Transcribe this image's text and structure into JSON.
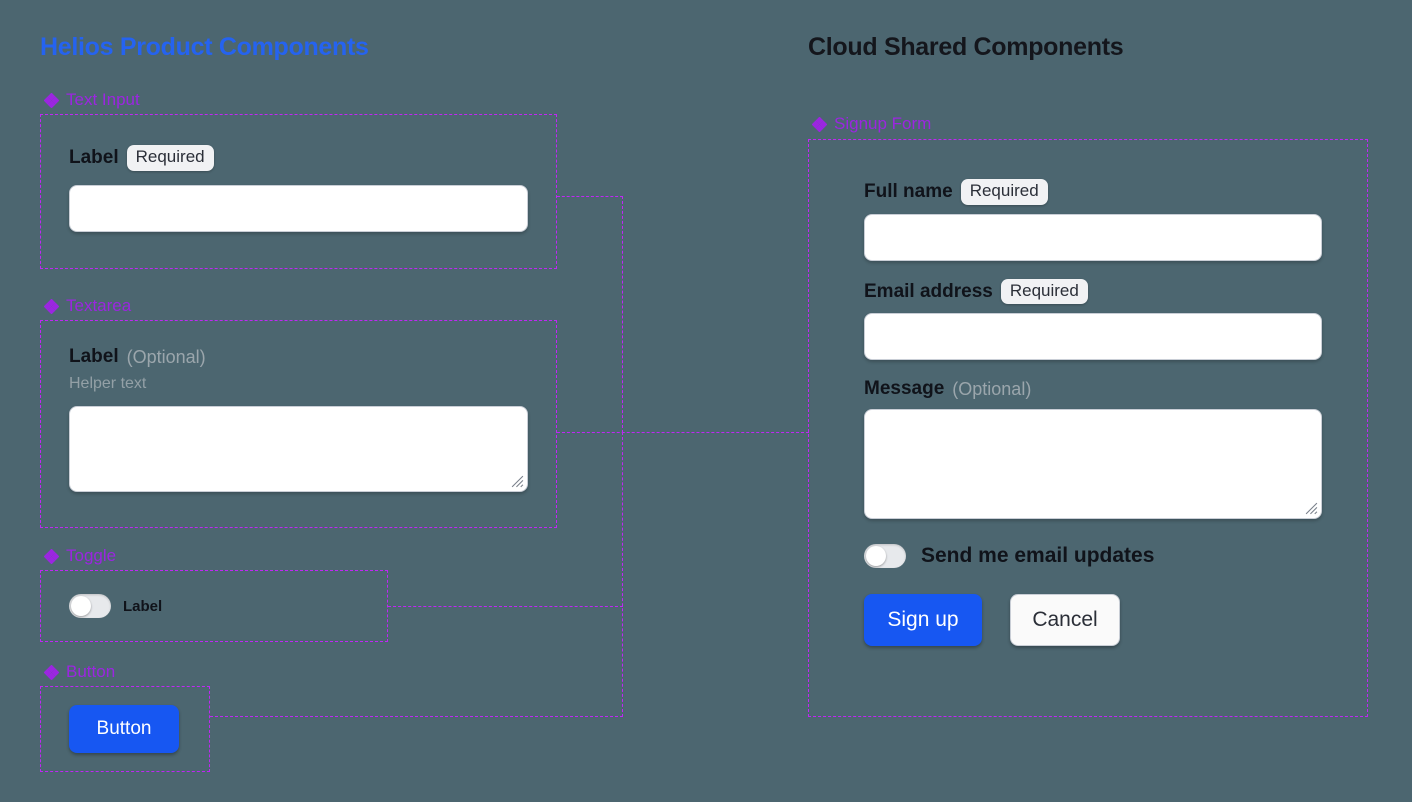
{
  "theme": {
    "background": "#4c6670",
    "accent_blue": "#2563f0",
    "accent_purple": "#9b26e0",
    "dashed_border": "#c026f5",
    "heading_dark": "#14161c",
    "label_dark": "#10131a",
    "muted_text": "#9ba6ac",
    "badge_bg": "#f1f2f4",
    "button_primary_bg": "#1757f2",
    "button_primary_text": "#ffffff",
    "button_secondary_bg": "#fafafa",
    "toggle_track": "#e7e9ec",
    "toggle_knob": "#ffffff",
    "input_bg": "#ffffff"
  },
  "left_column": {
    "title": "Helios Product Components",
    "sections": {
      "text_input": {
        "icon": "diamond-cluster-icon",
        "name": "Text Input",
        "label": "Label",
        "badge": "Required",
        "input_value": "",
        "input_placeholder": ""
      },
      "textarea": {
        "icon": "diamond-cluster-icon",
        "name": "Textarea",
        "label": "Label",
        "optional": "(Optional)",
        "helper_text": "Helper text",
        "textarea_value": "",
        "textarea_placeholder": ""
      },
      "toggle": {
        "icon": "diamond-cluster-icon",
        "name": "Toggle",
        "label": "Label",
        "state": "off"
      },
      "button": {
        "icon": "diamond-cluster-icon",
        "name": "Button",
        "label": "Button"
      }
    }
  },
  "right_column": {
    "title": "Cloud Shared Components",
    "signup_form": {
      "icon": "diamond-cluster-icon",
      "name": "Signup Form",
      "fields": [
        {
          "label": "Full name",
          "badge": "Required",
          "type": "text",
          "value": "",
          "placeholder": ""
        },
        {
          "label": "Email address",
          "badge": "Required",
          "type": "text",
          "value": "",
          "placeholder": ""
        },
        {
          "label": "Message",
          "optional": "(Optional)",
          "type": "textarea",
          "value": "",
          "placeholder": ""
        }
      ],
      "subscribe_toggle": {
        "label": "Send me email updates",
        "state": "off"
      },
      "actions": {
        "primary": "Sign up",
        "secondary": "Cancel"
      }
    }
  }
}
